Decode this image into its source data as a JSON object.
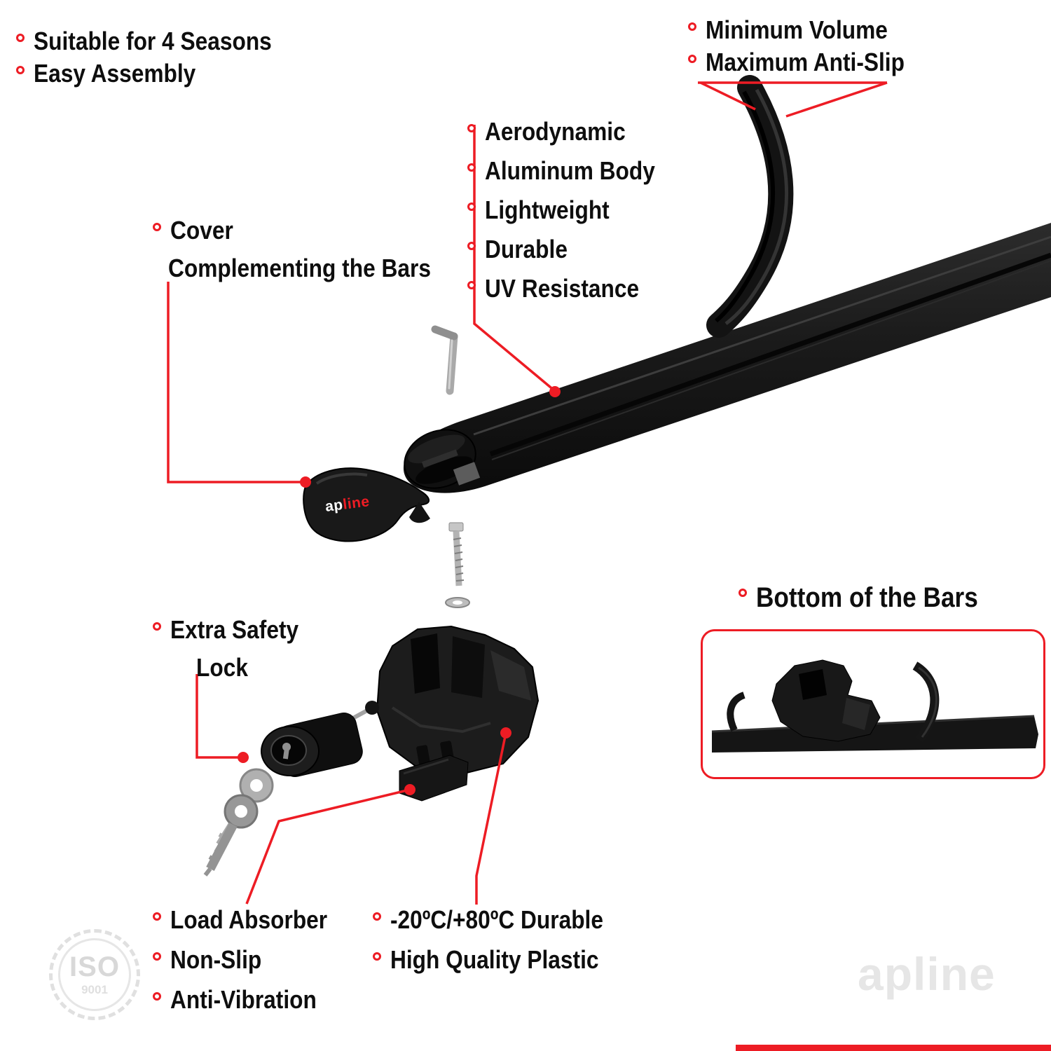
{
  "colors": {
    "accent_red": "#ed1c24",
    "text_black": "#0e0e0e",
    "watermark_gray": "#e6e6e6"
  },
  "top_left_features": [
    "Suitable for 4 Seasons",
    "Easy Assembly"
  ],
  "top_right_features": [
    "Minimum Volume",
    "Maximum Anti-Slip"
  ],
  "bar_features": [
    "Aerodynamic",
    "Aluminum Body",
    "Lightweight",
    "Durable",
    "UV Resistance"
  ],
  "cover_label": {
    "line1": "Cover",
    "line2": "Complementing the Bars"
  },
  "lock_label": {
    "line1": "Extra Safety",
    "line2": "Lock"
  },
  "bottom_view_label": "Bottom of the Bars",
  "bottom_left_features": [
    "Load Absorber",
    "Non-Slip",
    "Anti-Vibration"
  ],
  "bottom_right_features": [
    "-20ºC/+80ºC Durable",
    "High Quality Plastic"
  ],
  "brand": {
    "ap": "ap",
    "line": "line"
  },
  "iso_badge": {
    "title": "ISO",
    "number": "9001"
  }
}
